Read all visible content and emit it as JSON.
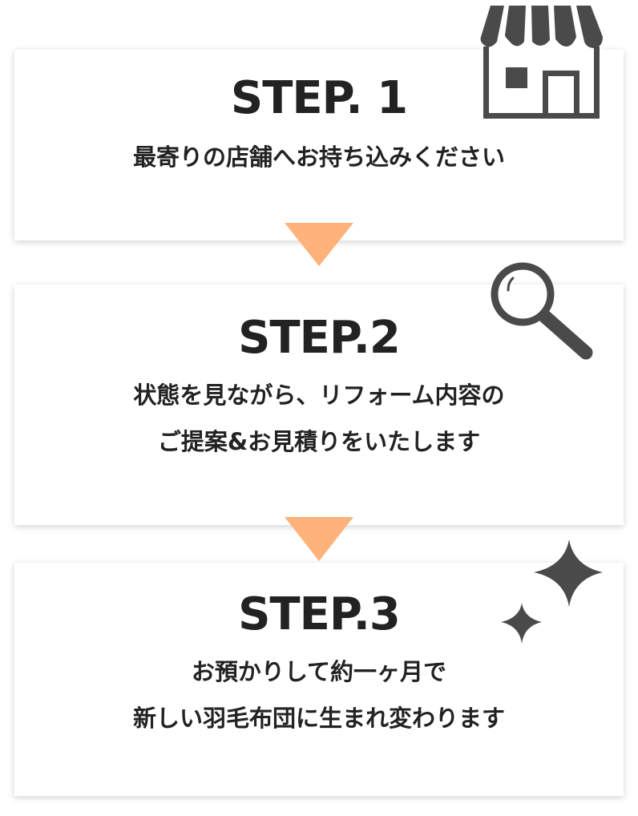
{
  "steps": [
    {
      "title": "STEP. 1",
      "lines": [
        "最寄りの店舗へお持ち込みください"
      ],
      "icon": "store-icon"
    },
    {
      "title": "STEP.2",
      "lines": [
        "状態を見ながら、リフォーム内容の",
        "ご提案&お見積りをいたします"
      ],
      "icon": "magnifier-icon"
    },
    {
      "title": "STEP.3",
      "lines": [
        "お預かりして約一ヶ月で",
        "新しい羽毛布団に生まれ変わります"
      ],
      "icon": "sparkle-icon"
    }
  ],
  "colors": {
    "arrow": "#FFB27A",
    "icon": "#4a4a4a",
    "text": "#222222"
  }
}
